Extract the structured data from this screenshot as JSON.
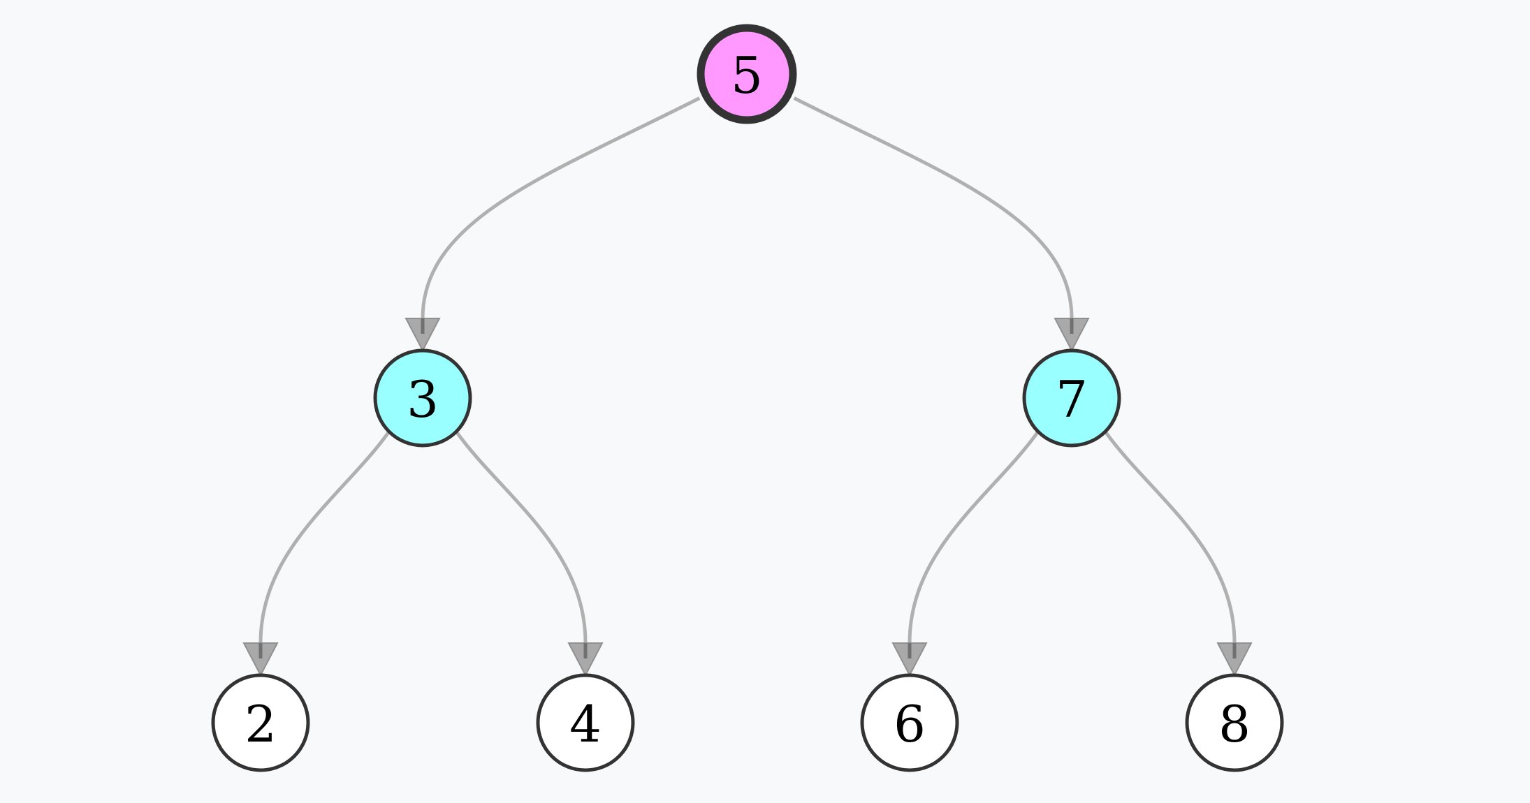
{
  "tree": {
    "nodes": [
      {
        "id": "n5",
        "label": "5",
        "color": "#ff99ff",
        "root": true
      },
      {
        "id": "n3",
        "label": "3",
        "color": "#99ffff"
      },
      {
        "id": "n7",
        "label": "7",
        "color": "#99ffff"
      },
      {
        "id": "n2",
        "label": "2",
        "color": "#ffffff"
      },
      {
        "id": "n4",
        "label": "4",
        "color": "#ffffff"
      },
      {
        "id": "n6",
        "label": "6",
        "color": "#ffffff"
      },
      {
        "id": "n8",
        "label": "8",
        "color": "#ffffff"
      }
    ],
    "edges": [
      {
        "from": "n5",
        "to": "n3"
      },
      {
        "from": "n5",
        "to": "n7"
      },
      {
        "from": "n3",
        "to": "n2"
      },
      {
        "from": "n3",
        "to": "n4"
      },
      {
        "from": "n7",
        "to": "n6"
      },
      {
        "from": "n7",
        "to": "n8"
      }
    ],
    "edge_color": "#b0b0b0",
    "node_border_color": "#333333",
    "background": "#f8f9fa"
  }
}
